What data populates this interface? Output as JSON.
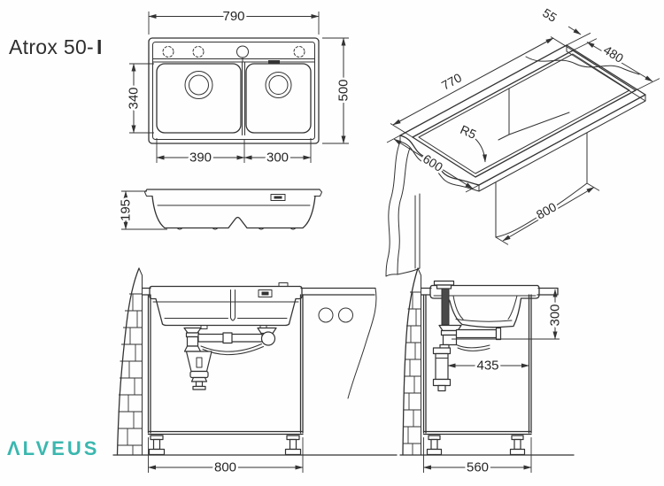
{
  "title": {
    "name": "Atrox 50-",
    "variant": "I"
  },
  "brand": {
    "logo": "ΛLVEUS"
  },
  "dims": {
    "top_width": "790",
    "top_depth": "500",
    "basin_length": "340",
    "basin_left_width": "390",
    "basin_right_width": "300",
    "section_depth": "195",
    "iso_back_offset": "55",
    "iso_cutout_depth": "480",
    "iso_cutout_width": "770",
    "iso_corner_radius": "R5",
    "iso_counter_depth": "600",
    "iso_cabinet_width": "800",
    "front_cabinet_width": "800",
    "side_drain_height": "300",
    "side_drain_offset": "435",
    "side_cabinet_depth": "560"
  },
  "colors": {
    "brand_teal": "#3ab7af",
    "line": "#333333"
  }
}
